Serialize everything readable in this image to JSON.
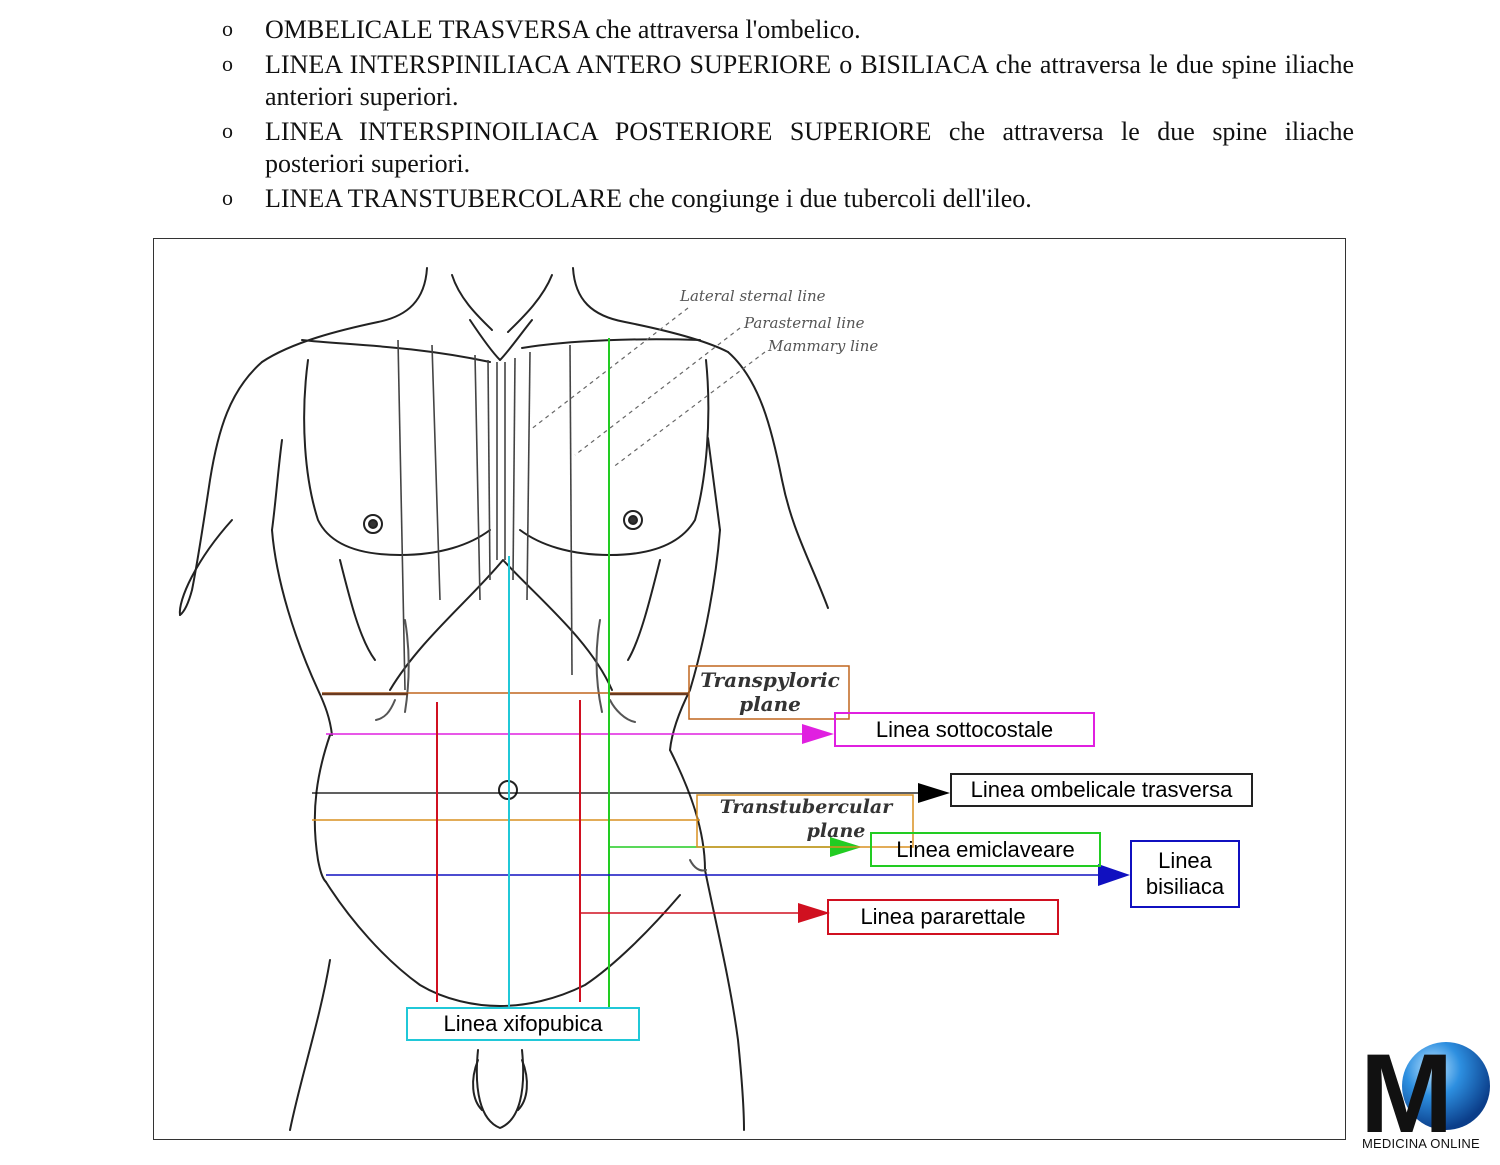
{
  "bullets": [
    {
      "text": "OMBELICALE TRASVERSA che attraversa l'ombelico."
    },
    {
      "text": "LINEA INTERSPINILIACA ANTERO SUPERIORE o BISILIACA che attraversa le due spine iliache anteriori superiori."
    },
    {
      "text": "LINEA INTERSPINOILIACA POSTERIORE SUPERIORE che attraversa le due spine iliache posteriori superiori."
    },
    {
      "text": "LINEA TRANSTUBERCOLARE che congiunge i due tubercoli dell'ileo."
    }
  ],
  "bullet_symbol": "o",
  "engraving_labels": {
    "lateral_sternal": "Lateral sternal line",
    "parasternal": "Parasternal line",
    "mammary": "Mammary line",
    "transpyloric_1": "Transpyloric",
    "transpyloric_2": "plane",
    "transtubercular_1": "Transtubercular",
    "transtubercular_2": "plane"
  },
  "labels": {
    "sottocostale": "Linea sottocostale",
    "ombelicale": "Linea ombelicale trasversa",
    "emiclaveare": "Linea emiclaveare",
    "bisiliaca_1": "Linea",
    "bisiliaca_2": "bisiliaca",
    "pararettale": "Linea pararettale",
    "xifopubica": "Linea xifopubica"
  },
  "colors": {
    "transpyloric": "#c0661e",
    "sottocostale": "#e020e0",
    "ombelicale": "#000000",
    "transtubercular": "#d99020",
    "emiclaveare": "#22cc22",
    "bisiliaca": "#1010c0",
    "pararettale": "#d01020",
    "xifopubica": "#20c8d8"
  },
  "logo": {
    "letters": "M",
    "caption": "MEDICINA ONLINE"
  }
}
